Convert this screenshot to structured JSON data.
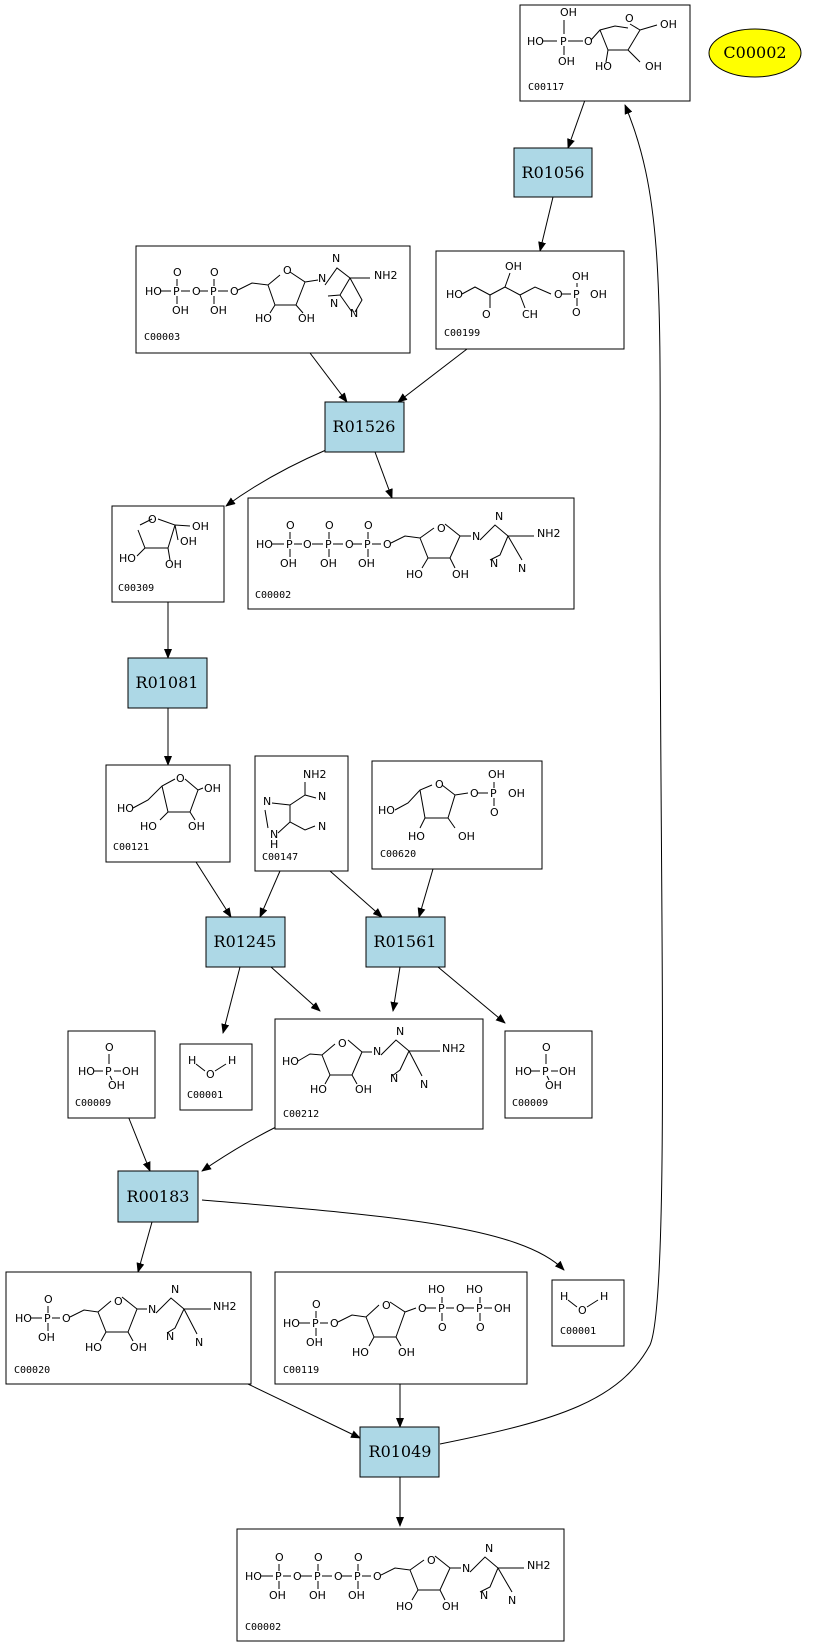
{
  "compounds": [
    {
      "id": "c117",
      "label": "C00117"
    },
    {
      "id": "c003",
      "label": "C00003"
    },
    {
      "id": "c199",
      "label": "C00199"
    },
    {
      "id": "c309",
      "label": "C00309"
    },
    {
      "id": "c002a",
      "label": "C00002"
    },
    {
      "id": "c121",
      "label": "C00121"
    },
    {
      "id": "c147",
      "label": "C00147"
    },
    {
      "id": "c620",
      "label": "C00620"
    },
    {
      "id": "c009a",
      "label": "C00009"
    },
    {
      "id": "c001a",
      "label": "C00001"
    },
    {
      "id": "c212",
      "label": "C00212"
    },
    {
      "id": "c009b",
      "label": "C00009"
    },
    {
      "id": "c020",
      "label": "C00020"
    },
    {
      "id": "c119",
      "label": "C00119"
    },
    {
      "id": "c001b",
      "label": "C00001"
    },
    {
      "id": "c002b",
      "label": "C00002"
    }
  ],
  "reactions": [
    {
      "id": "r1056",
      "label": "R01056"
    },
    {
      "id": "r1526",
      "label": "R01526"
    },
    {
      "id": "r1081",
      "label": "R01081"
    },
    {
      "id": "r1245",
      "label": "R01245"
    },
    {
      "id": "r1561",
      "label": "R01561"
    },
    {
      "id": "r0183",
      "label": "R00183"
    },
    {
      "id": "r1049",
      "label": "R01049"
    }
  ],
  "highlight": {
    "label": "C00002",
    "fill": "#ffff00"
  },
  "reaction_fill": "#add8e6",
  "atoms": {
    "OH": "OH",
    "HO": "HO",
    "O": "O",
    "P": "P",
    "NH2": "NH2",
    "N": "N",
    "H": "H",
    "CH": "CH"
  }
}
